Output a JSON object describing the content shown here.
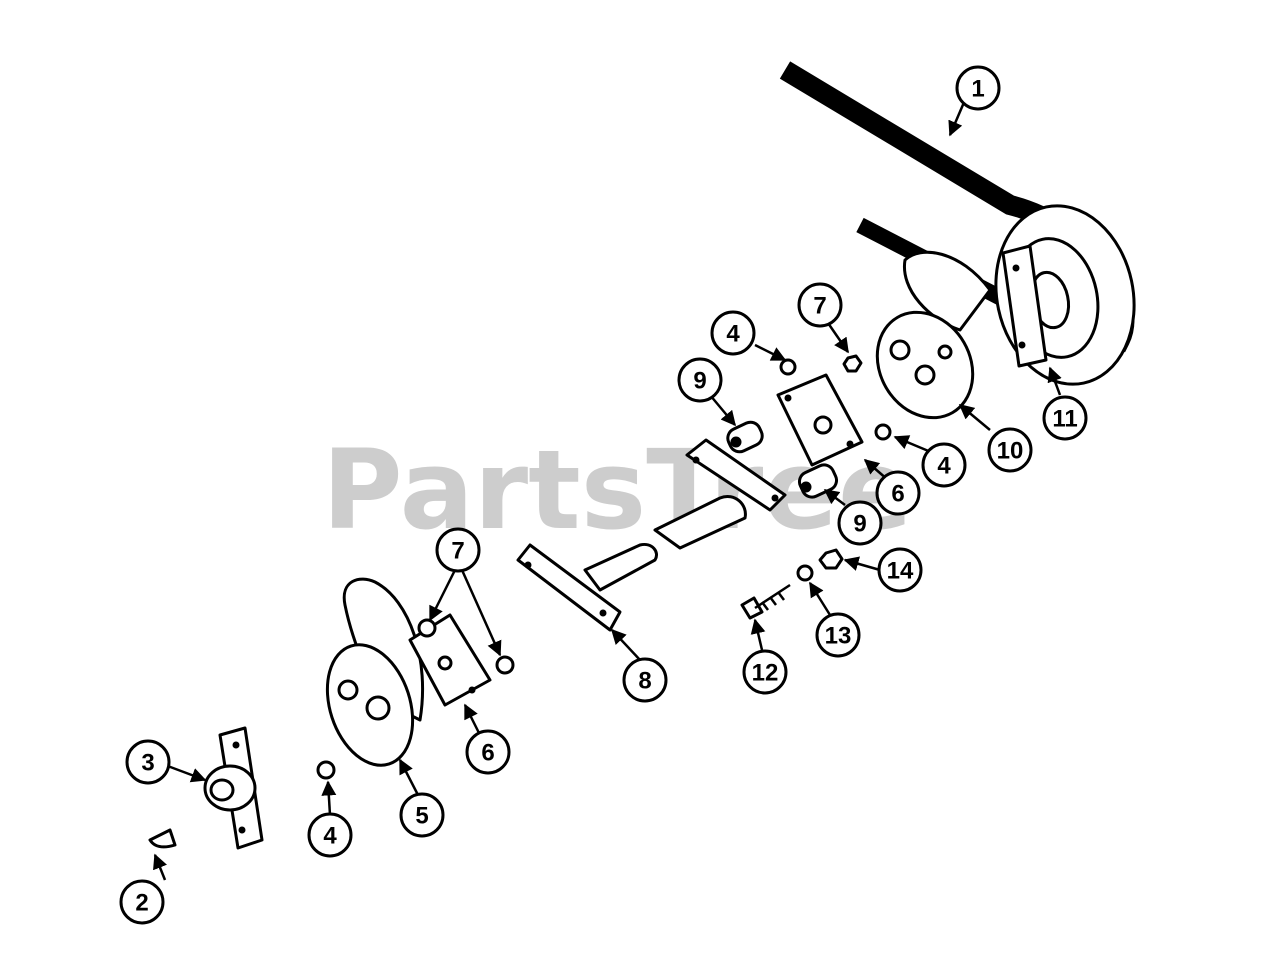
{
  "watermark": "PartsTree",
  "callouts": [
    {
      "label": "1"
    },
    {
      "label": "2"
    },
    {
      "label": "3"
    },
    {
      "label": "4"
    },
    {
      "label": "4"
    },
    {
      "label": "4"
    },
    {
      "label": "5"
    },
    {
      "label": "6"
    },
    {
      "label": "6"
    },
    {
      "label": "7"
    },
    {
      "label": "7"
    },
    {
      "label": "8"
    },
    {
      "label": "9"
    },
    {
      "label": "9"
    },
    {
      "label": "10"
    },
    {
      "label": "11"
    },
    {
      "label": "12"
    },
    {
      "label": "13"
    },
    {
      "label": "14"
    }
  ]
}
